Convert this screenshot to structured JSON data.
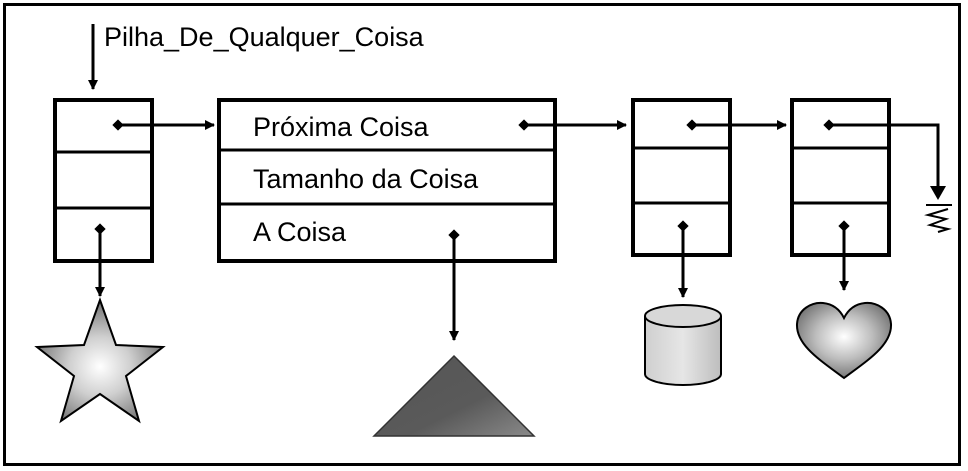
{
  "diagram": {
    "head_label": "Pilha_De_Qualquer_Coisa",
    "node_fields": [
      "Próxima Coisa",
      "Tamanho da Coisa",
      "A Coisa"
    ]
  },
  "colors": {
    "stroke": "#000000",
    "background": "#ffffff"
  },
  "icons": [
    "star-icon",
    "triangle-icon",
    "cylinder-icon",
    "heart-icon",
    "ground-icon"
  ]
}
